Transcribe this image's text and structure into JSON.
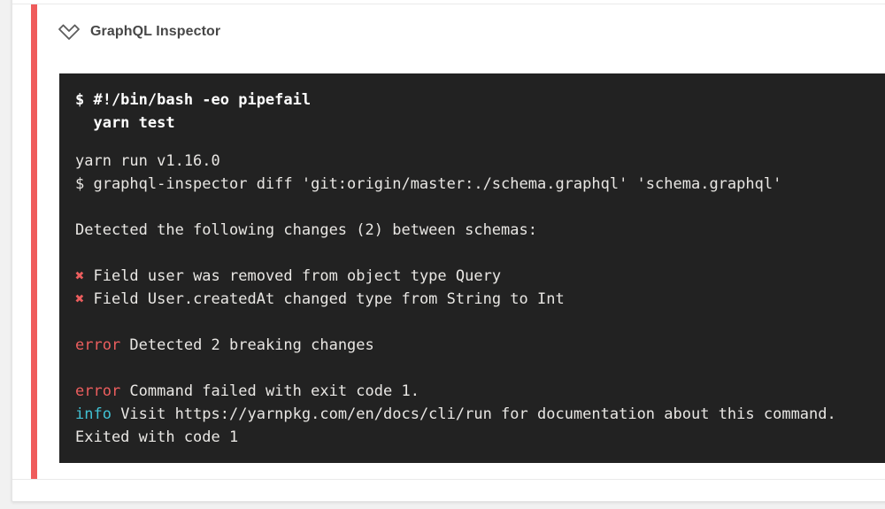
{
  "colors": {
    "accent": "#ef5b5b",
    "terminal_bg": "#222222",
    "terminal_text": "#e9e7e4",
    "terminal_error": "#ec5e5e",
    "terminal_info": "#41c2d4"
  },
  "header": {
    "title": "GraphQL Inspector",
    "chevron_icon": "chevron-double-down",
    "status": "failed"
  },
  "terminal": {
    "lines": [
      {
        "bold": true,
        "segments": [
          {
            "style": "command",
            "text": "$ #!/bin/bash -eo pipefail"
          }
        ]
      },
      {
        "bold": true,
        "segments": [
          {
            "style": "command",
            "text": "  yarn test"
          }
        ]
      },
      {
        "blank": true,
        "size": "sm"
      },
      {
        "segments": [
          {
            "style": "plain",
            "text": "yarn run v1.16.0"
          }
        ]
      },
      {
        "segments": [
          {
            "style": "plain",
            "text": "$ graphql-inspector diff 'git:origin/master:./schema.graphql' 'schema.graphql'"
          }
        ]
      },
      {
        "blank": true
      },
      {
        "segments": [
          {
            "style": "plain",
            "text": "Detected the following changes (2) between schemas:"
          }
        ]
      },
      {
        "blank": true
      },
      {
        "segments": [
          {
            "style": "cross",
            "text": "✖"
          },
          {
            "style": "plain",
            "text": " Field user was removed from object type Query"
          }
        ]
      },
      {
        "segments": [
          {
            "style": "cross",
            "text": "✖"
          },
          {
            "style": "plain",
            "text": " Field User.createdAt changed type from String to Int"
          }
        ]
      },
      {
        "blank": true
      },
      {
        "segments": [
          {
            "style": "error",
            "text": "error"
          },
          {
            "style": "plain",
            "text": " Detected 2 breaking changes"
          }
        ]
      },
      {
        "blank": true
      },
      {
        "segments": [
          {
            "style": "error",
            "text": "error"
          },
          {
            "style": "plain",
            "text": " Command failed with exit code 1."
          }
        ]
      },
      {
        "segments": [
          {
            "style": "info",
            "text": "info"
          },
          {
            "style": "plain",
            "text": " Visit https://yarnpkg.com/en/docs/cli/run for documentation about this command."
          }
        ]
      },
      {
        "segments": [
          {
            "style": "plain",
            "text": "Exited with code 1"
          }
        ]
      }
    ]
  }
}
